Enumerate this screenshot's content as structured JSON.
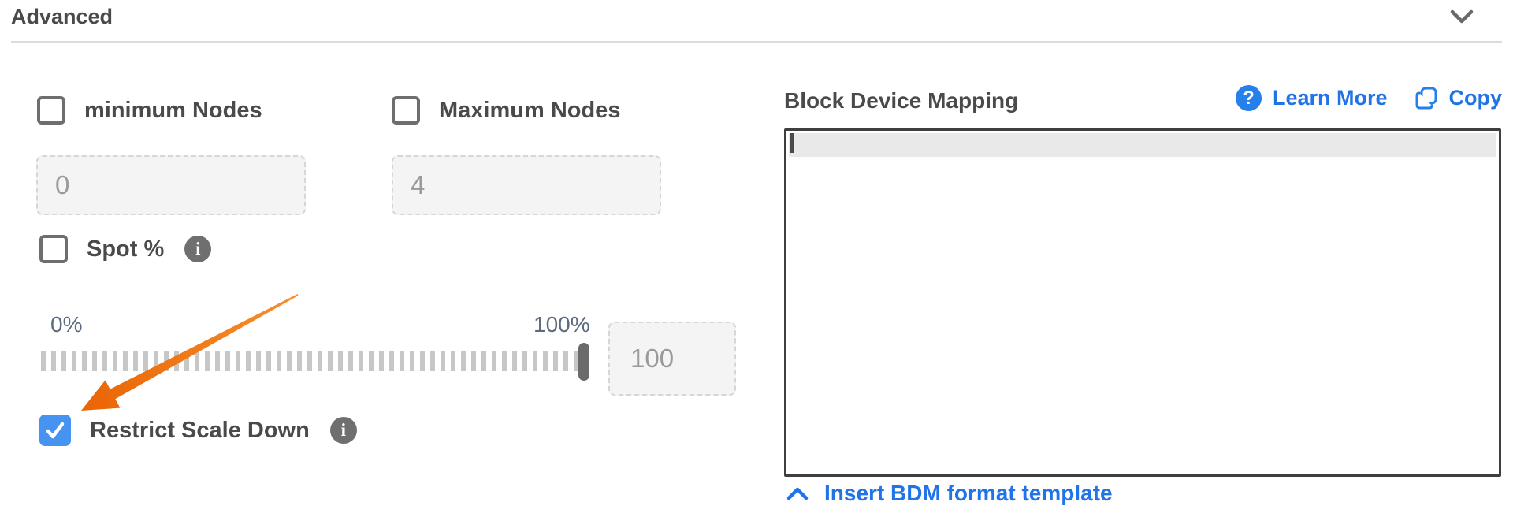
{
  "header": {
    "title": "Advanced"
  },
  "form": {
    "min_nodes": {
      "label": "minimum Nodes",
      "checked": false,
      "value": "0"
    },
    "max_nodes": {
      "label": "Maximum Nodes",
      "checked": false,
      "value": "4"
    },
    "spot": {
      "label": "Spot %",
      "checked": false
    },
    "slider": {
      "min_label": "0%",
      "max_label": "100%",
      "value": "100",
      "position_pct": 100
    },
    "restrict_scale_down": {
      "label": "Restrict Scale Down",
      "checked": true
    }
  },
  "bdm": {
    "title": "Block Device Mapping",
    "learn_more_label": "Learn More",
    "copy_label": "Copy",
    "editor_content": "",
    "insert_template_label": "Insert BDM format template"
  },
  "colors": {
    "link_blue": "#2173e8",
    "help_icon_blue": "#2680eb",
    "checked_checkbox_blue": "#4693f2",
    "arrow_orange": "#ee6a06",
    "label_text": "#4a4a4a",
    "slider_label_text": "#5b6b80",
    "editor_border": "#3f3f3f",
    "active_line_gray": "#e9e9e9"
  }
}
